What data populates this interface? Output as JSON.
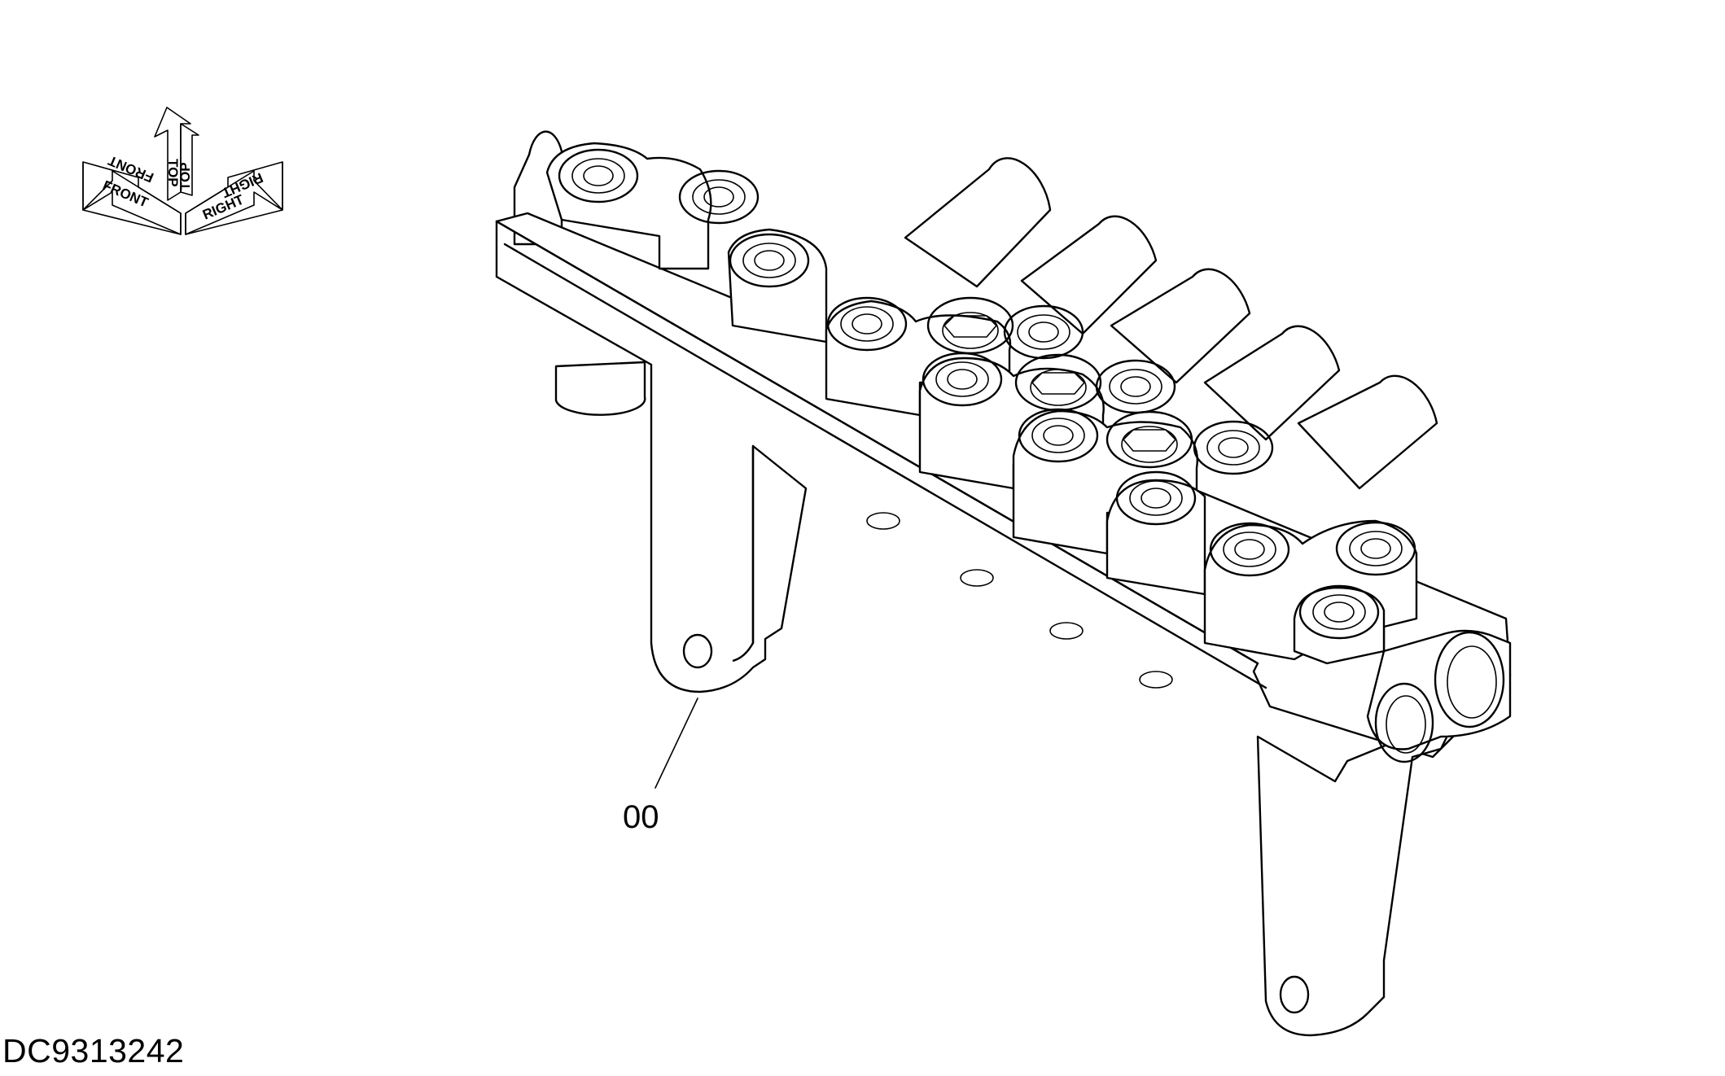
{
  "orientation": {
    "front_label": "FRONT",
    "top_label": "TOP",
    "right_label": "RIGHT"
  },
  "callouts": [
    {
      "label": "00"
    }
  ],
  "drawing_id": "DC9313242"
}
